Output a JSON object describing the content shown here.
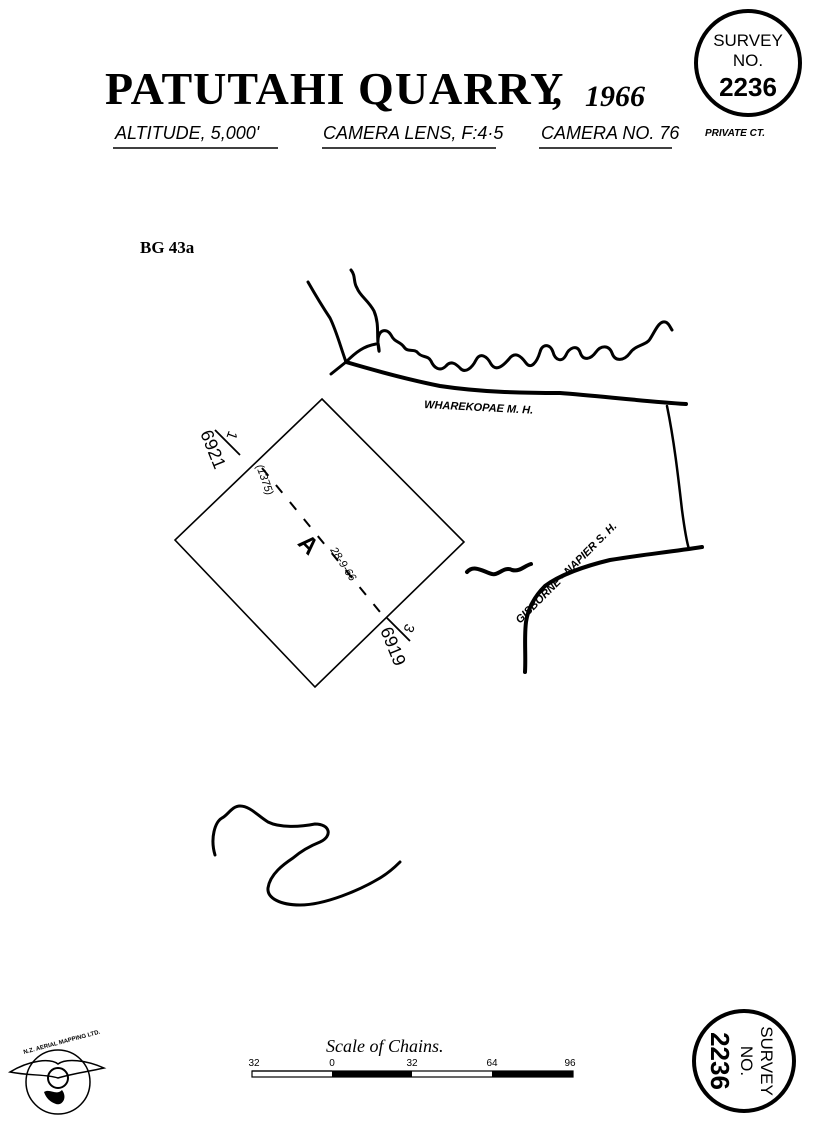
{
  "header": {
    "title_main": "PATUTAHI QUARRY",
    "title_comma": ",",
    "year": "1966",
    "altitude": "ALTITUDE, 5,000'",
    "camera_lens": "CAMERA LENS, F:4·5",
    "camera_no": "CAMERA NO. 76",
    "private": "PRIVATE CT."
  },
  "survey_stamp_top": {
    "line1": "SURVEY",
    "line2": "NO.",
    "number": "2236"
  },
  "survey_stamp_bottom": {
    "line1": "SURVEY",
    "line2": "NO.",
    "number": "2236"
  },
  "map": {
    "frame_id": "BG 43a",
    "road_top": "WHAREKOPAE  M. H.",
    "road_bottom": "GISBORNE - NAPIER  S. H.",
    "photo_label": "A",
    "photo_date": "28-9-66",
    "start_number": "(1375)",
    "top_marker": "1",
    "top_frame": "6921",
    "bottom_marker": "3",
    "bottom_frame": "6919"
  },
  "scale": {
    "title": "Scale of Chains.",
    "ticks": [
      "32",
      "0",
      "32",
      "64",
      "96"
    ]
  },
  "logo": {
    "text": "N.Z. AERIAL MAPPING LTD."
  }
}
